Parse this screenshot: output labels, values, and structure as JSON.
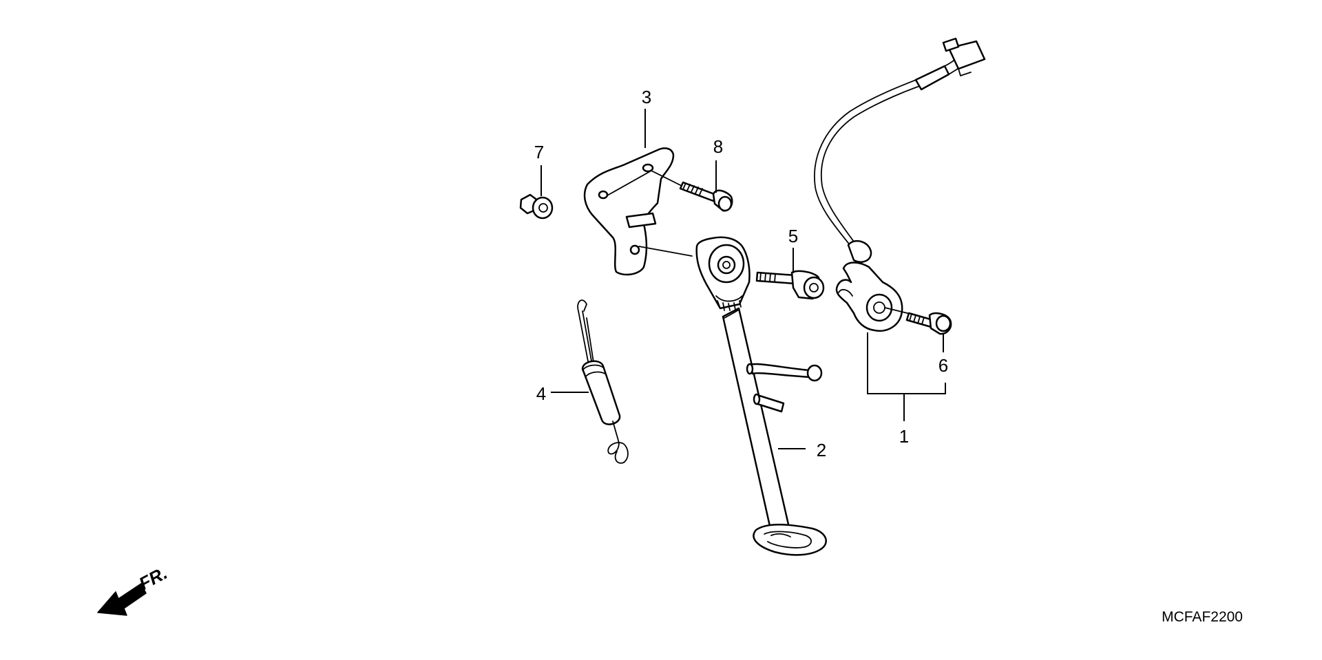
{
  "diagram": {
    "callouts": {
      "part_1": "1",
      "part_2": "2",
      "part_3": "3",
      "part_4": "4",
      "part_5": "5",
      "part_6": "6",
      "part_7": "7",
      "part_8": "8"
    },
    "front_indicator": "FR.",
    "diagram_code": "MCFAF2200"
  }
}
